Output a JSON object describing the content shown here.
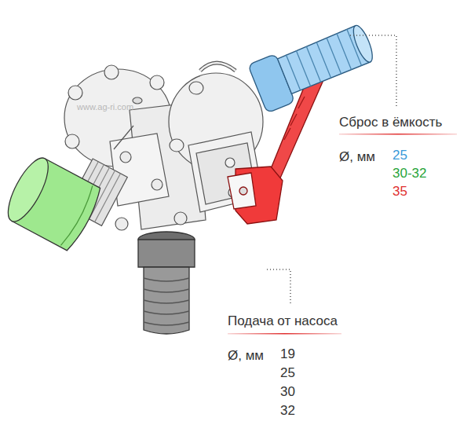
{
  "diagram": {
    "labels": [
      "www.ag-ri.com",
      "Сброс в ёмкость",
      "Ø, мм",
      "25",
      "30-32",
      "35",
      "Подача от насоса",
      "Ø, мм",
      "19",
      "25",
      "30",
      "32"
    ]
  }
}
